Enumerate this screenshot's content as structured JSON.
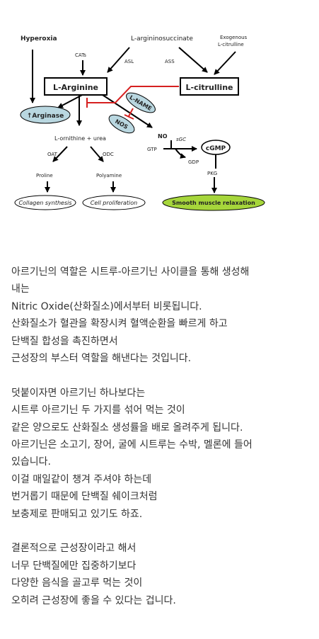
{
  "diagram": {
    "hyperoxia": "Hyperoxia",
    "argininosuccinate": "L-argininosuccinate",
    "exogenous_line1": "Exogenous",
    "exogenous_line2": "L-citrulline",
    "cats": "CATs",
    "asl": "ASL",
    "ass": "ASS",
    "l_arginine": "L-Arginine",
    "l_citrulline": "L-citrulline",
    "arginase": "↑Arginase",
    "l_name": "L-NAME",
    "nos": "NOS",
    "ornithine_urea": "L-ornithine  + urea",
    "no": "NO",
    "sgc": "sGC",
    "gtp": "GTP",
    "cgmp": "cGMP",
    "gdp": "GDP",
    "pkg": "PKG",
    "oat": "OAT",
    "odc": "ODC",
    "proline": "Proline",
    "polyamine": "Polyamine",
    "collagen": "Collagen synthesis",
    "cell_prolif": "Cell proliferation",
    "smooth_muscle": "Smooth muscle relaxation"
  },
  "article": {
    "p1": [
      "아르기닌의 역할은 시트루-아르기닌 사이클을 통해 생성해",
      "내는",
      "Nitric Oxide(산화질소)에서부터 비롯됩니다.",
      "산화질소가 혈관을 확장시켜 혈액순환을 빠르게 하고",
      "단백질 합성을 촉진하면서",
      "근성장의 부스터 역할을 해낸다는 것입니다."
    ],
    "p2": [
      "덧붙이자면 아르기닌 하나보다는",
      "시트루 아르기닌 두 가지를 섞어 먹는 것이",
      "같은 양으로도 산화질소 생성률을 배로 올려주게 됩니다.",
      "아르기닌은 소고기, 장어, 굴에 시트루는 수박, 멜론에 들어",
      "있습니다.",
      "이걸 매일같이 챙겨 주셔야 하는데",
      "번거롭기 때문에 단백질 쉐이크처럼",
      "보충제로 판매되고 있기도 하죠."
    ],
    "p3": [
      "결론적으로 근성장이라고 해서",
      "너무 단백질에만 집중하기보다",
      "다양한 음식을 골고루 먹는 것이",
      "오히려 근성장에 좋을 수 있다는 겁니다."
    ]
  }
}
